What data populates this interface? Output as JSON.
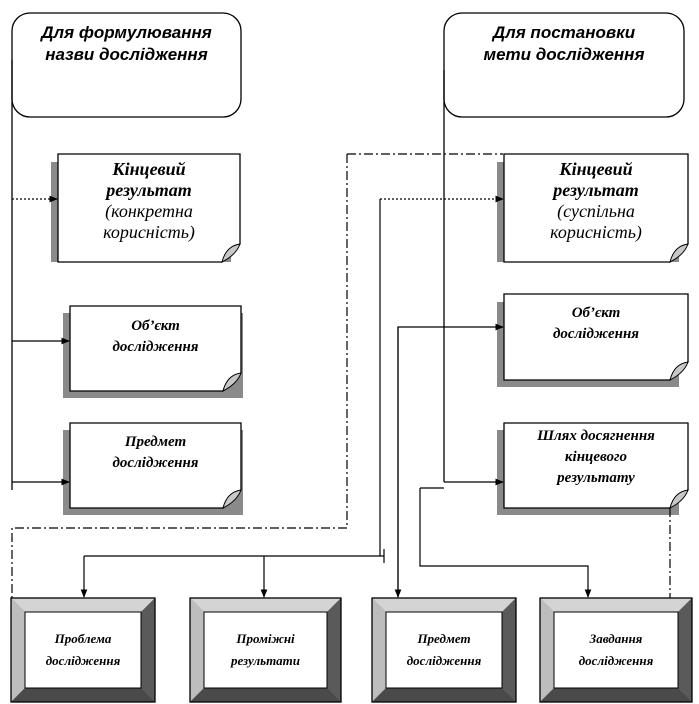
{
  "header_left": [
    "Для формулювання",
    "назви дослідження"
  ],
  "header_right": [
    "Для постановки",
    "мети дослідження"
  ],
  "left_cards": {
    "result": {
      "title": [
        "Кінцевий",
        "результат"
      ],
      "subtitle": [
        "(конкретна",
        "корисність)"
      ]
    },
    "object": [
      "Об’єкт",
      "дослідження"
    ],
    "subject": [
      "Предмет",
      "дослідження"
    ]
  },
  "right_cards": {
    "result": {
      "title": [
        "Кінцевий",
        "результат"
      ],
      "subtitle": [
        "(суспільна",
        "корисність)"
      ]
    },
    "object": [
      "Об’єкт",
      "дослідження"
    ],
    "path": [
      "Шлях досягнення",
      "кінцевого",
      "результату"
    ]
  },
  "bottom_boxes": {
    "problem": [
      "Проблема",
      "дослідження"
    ],
    "intermediate": [
      "Проміжні",
      "результати"
    ],
    "subject": [
      "Предмет",
      "дослідження"
    ],
    "tasks": [
      "Завдання",
      "дослідження"
    ]
  }
}
